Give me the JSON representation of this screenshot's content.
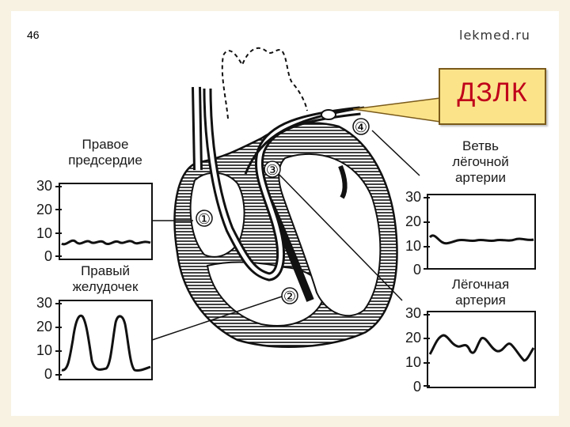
{
  "header": {
    "page_number": "46",
    "site": "lekmed.ru"
  },
  "callout": {
    "text": "ДЗЛК",
    "fill_color": "#fbe38a",
    "text_color": "#c0001a"
  },
  "labels": {
    "right_atrium_line1": "Правое",
    "right_atrium_line2": "предсердие",
    "right_ventricle_line1": "Правый",
    "right_ventricle_line2": "желудочек",
    "pa_branch_line1": "Ветвь",
    "pa_branch_line2": "лёгочной",
    "pa_branch_line3": "артерии",
    "pulmonary_artery_line1": "Лёгочная",
    "pulmonary_artery_line2": "артерия"
  },
  "markers": [
    "①",
    "②",
    "③",
    "④"
  ],
  "panels": {
    "right_atrium_ticks": [
      "30",
      "20",
      "10",
      "0"
    ],
    "right_ventricle_ticks": [
      "30",
      "20",
      "10",
      "0"
    ],
    "pa_branch_ticks": [
      "30",
      "20",
      "10",
      "0"
    ],
    "pulmonary_artery_ticks": [
      "30",
      "20",
      "10",
      "0"
    ]
  }
}
